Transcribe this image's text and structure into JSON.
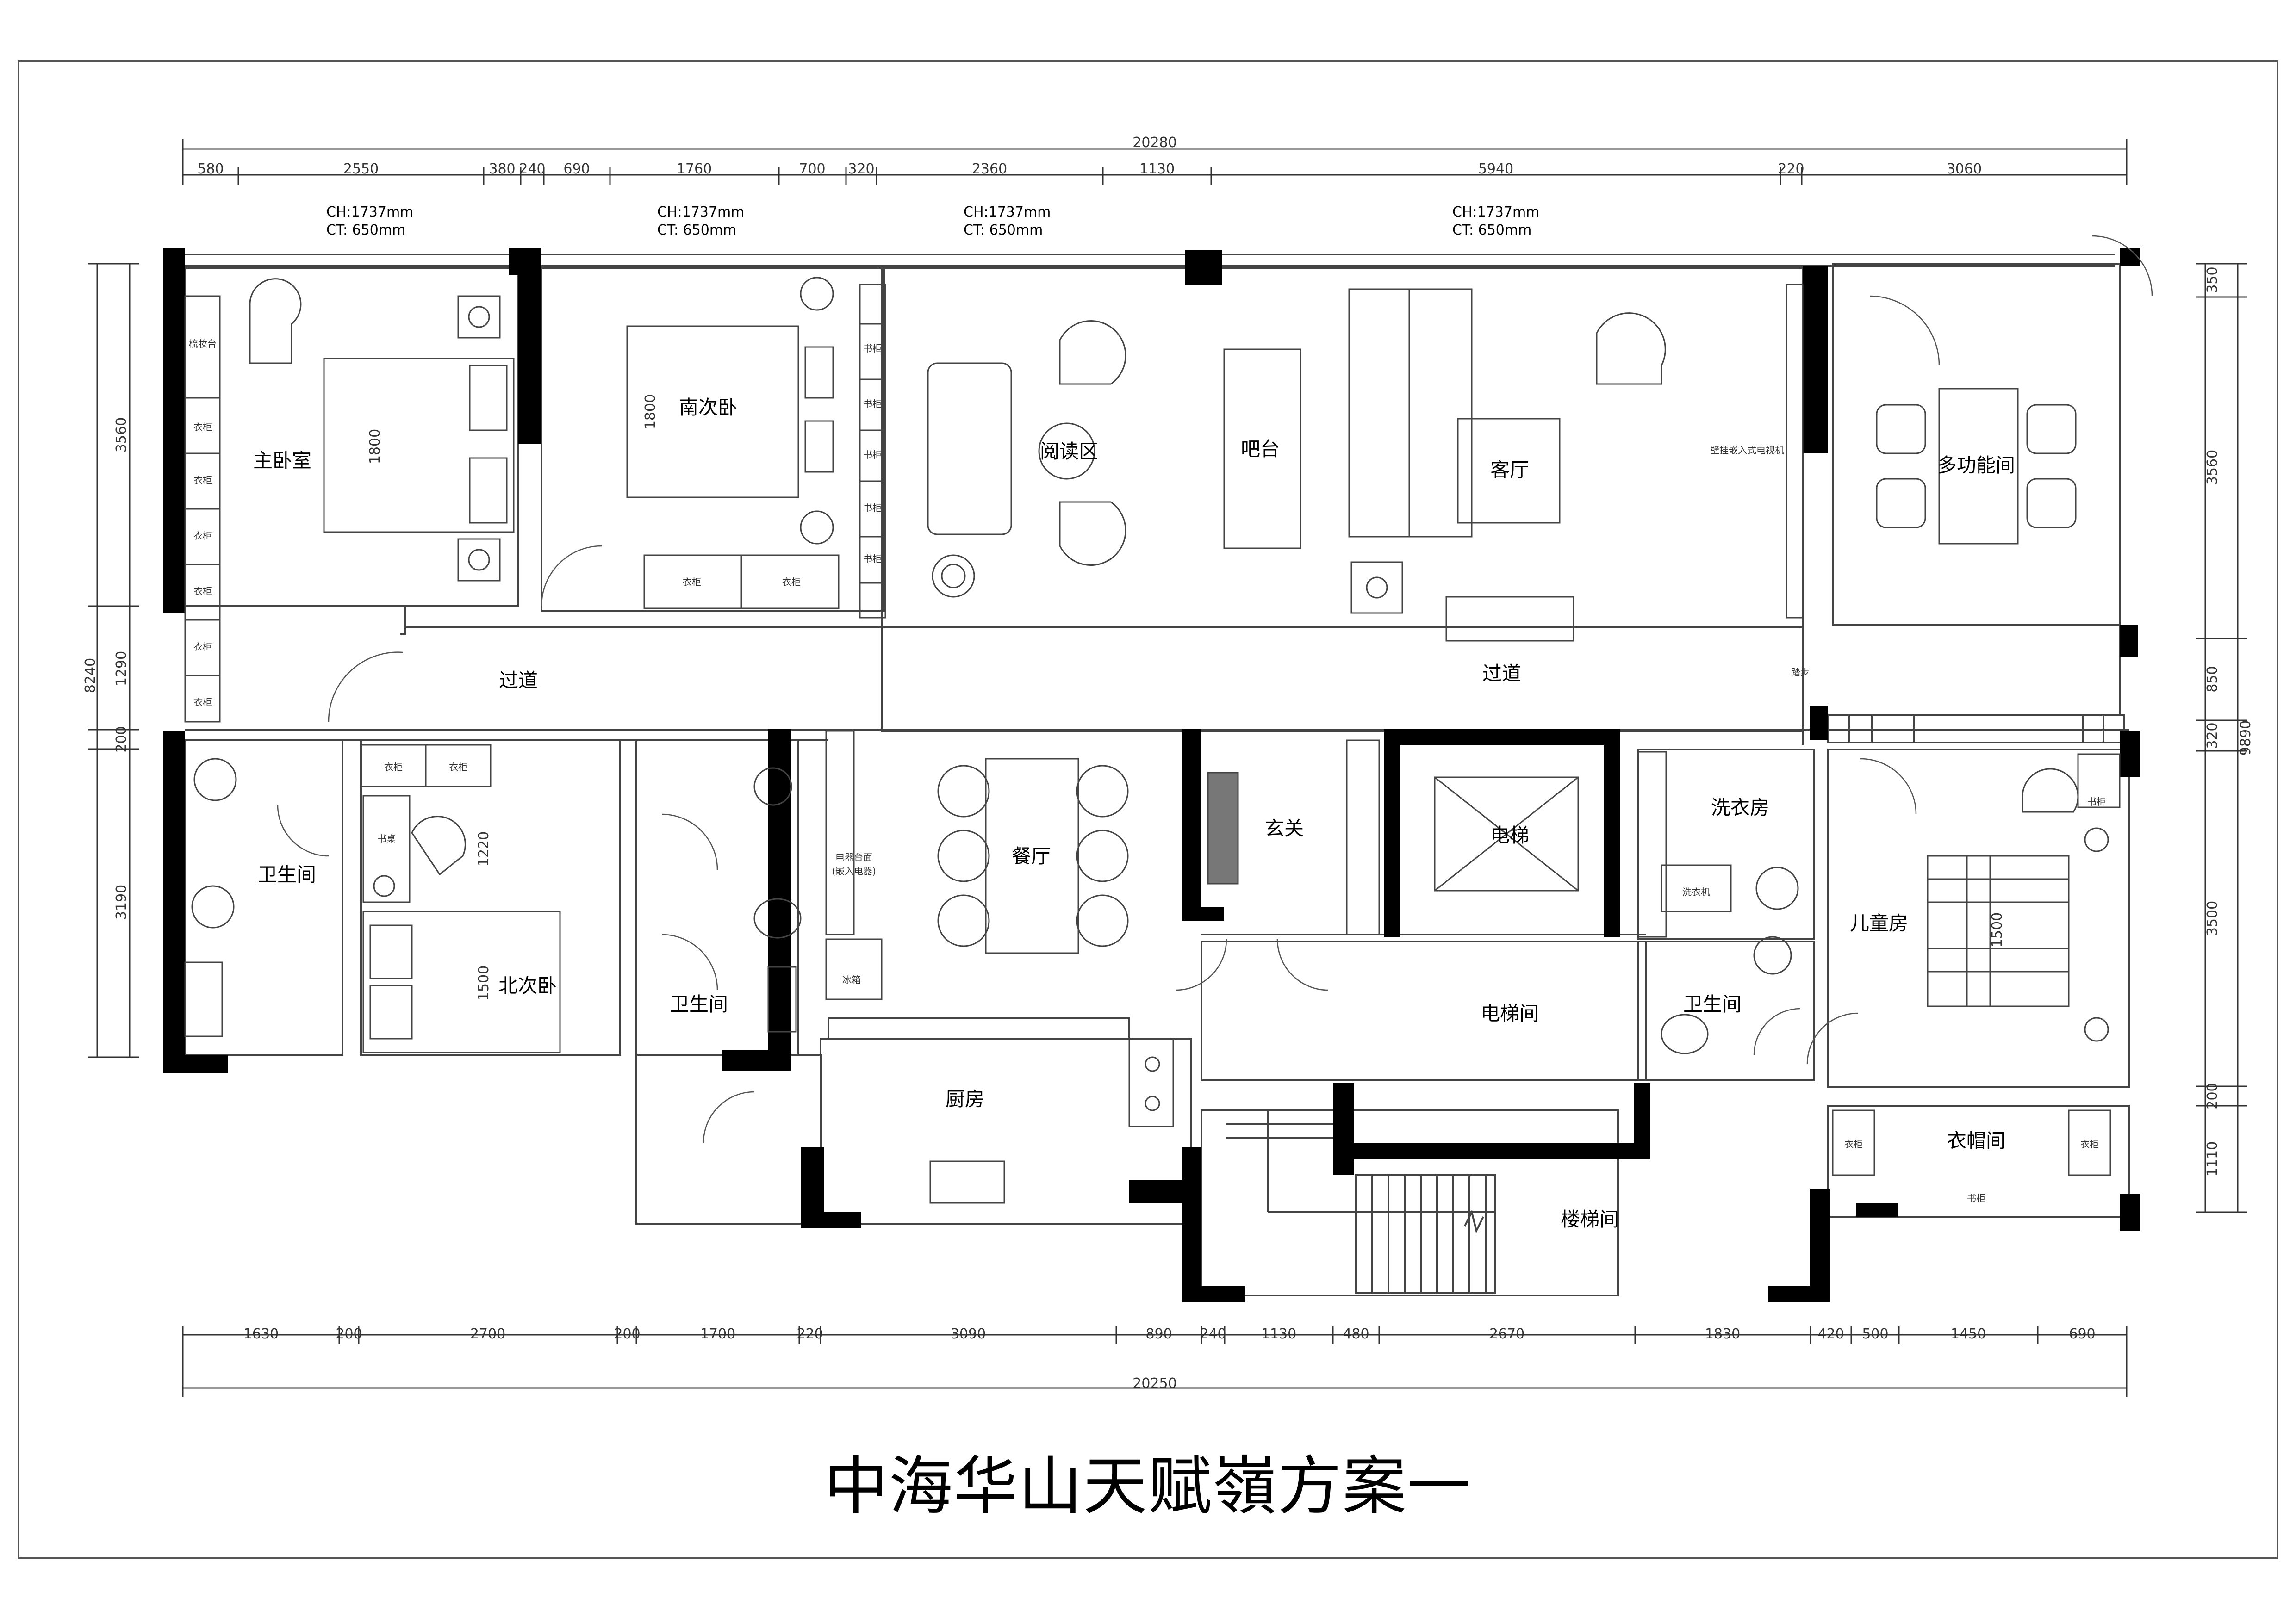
{
  "title": "中海华山天赋嶺方案一",
  "dims": {
    "top_total": "20280",
    "top": [
      "580",
      "2550",
      "380",
      "240",
      "690",
      "1760",
      "700",
      "320",
      "2360",
      "1130",
      "5940",
      "220",
      "3060"
    ],
    "bottom_total": "20250",
    "bottom": [
      "1630",
      "200",
      "2700",
      "200",
      "1700",
      "220",
      "3090",
      "890",
      "240",
      "1130",
      "480",
      "2670",
      "1830",
      "420",
      "500",
      "1450",
      "690"
    ],
    "left_total": "8240",
    "left": [
      "3560",
      "1290",
      "200",
      "3190"
    ],
    "right_total": "9890",
    "right": [
      "350",
      "3560",
      "850",
      "320",
      "3500",
      "200",
      "1110"
    ]
  },
  "ceilings": [
    {
      "ch": "CH:1737mm",
      "ct": "CT: 650mm"
    },
    {
      "ch": "CH:1737mm",
      "ct": "CT: 650mm"
    },
    {
      "ch": "CH:1737mm",
      "ct": "CT: 650mm"
    },
    {
      "ch": "CH:1737mm",
      "ct": "CT: 650mm"
    }
  ],
  "rooms": {
    "master": "主卧室",
    "south_bed": "南次卧",
    "reading": "阅读区",
    "bar": "吧台",
    "living": "客厅",
    "multi": "多功能间",
    "corridor_left": "过道",
    "corridor_right": "过道",
    "bath_left": "卫生间",
    "north_bed": "北次卧",
    "bath_mid": "卫生间",
    "dining": "餐厅",
    "foyer": "玄关",
    "elevator": "电梯",
    "laundry": "洗衣房",
    "kids": "儿童房",
    "elevator_hall": "电梯间",
    "bath_right": "卫生间",
    "kitchen": "厨房",
    "stair": "楼梯间",
    "cloak": "衣帽间"
  },
  "furniture": {
    "vanity": "梳妆台",
    "wardrobe": "衣柜",
    "book": "书柜",
    "desk": "书桌",
    "fridge": "冰箱",
    "appliance": "电器台面",
    "appliance2": "(嵌入电器)",
    "tv": "壁挂嵌入式电视机",
    "washer": "洗衣机",
    "shoe": "踏步",
    "bed_1800": "1800",
    "bed_1500": "1500",
    "desk_1220": "1220"
  }
}
